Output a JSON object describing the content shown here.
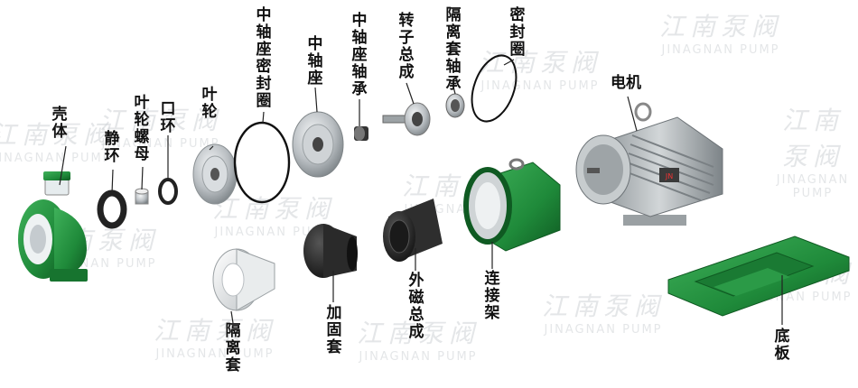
{
  "watermark": {
    "cn": "江南泵阀",
    "en": "JINAGNAN PUMP"
  },
  "labels": {
    "ke_ti": "壳体",
    "jing_huan": "静环",
    "ye_lun_luo_mu": "叶轮螺母",
    "kou_huan": "口环",
    "ye_lun": "叶轮",
    "zhong_zhou_zuo_mi_feng_quan": "中轴座密封圈",
    "zhong_zhou_zuo": "中轴座",
    "zhong_zhou_zuo_zhou_cheng": "中轴座轴承",
    "zhuan_zi_zong_cheng": "转子总成",
    "ge_li_tao_zhou_cheng": "隔离套轴承",
    "mi_feng_quan": "密封圈",
    "dian_ji": "电机",
    "ge_li_tao": "隔离套",
    "jia_gu_tao": "加固套",
    "wai_ci_zong_cheng": "外磁总成",
    "lian_jie_jia": "连接架",
    "di_ban": "底板"
  },
  "motor_badge": "JN",
  "colors": {
    "green": "#1f8a3a",
    "dark_green": "#135f27",
    "metal": "#b9bec2",
    "dark": "#2b2b2b"
  }
}
